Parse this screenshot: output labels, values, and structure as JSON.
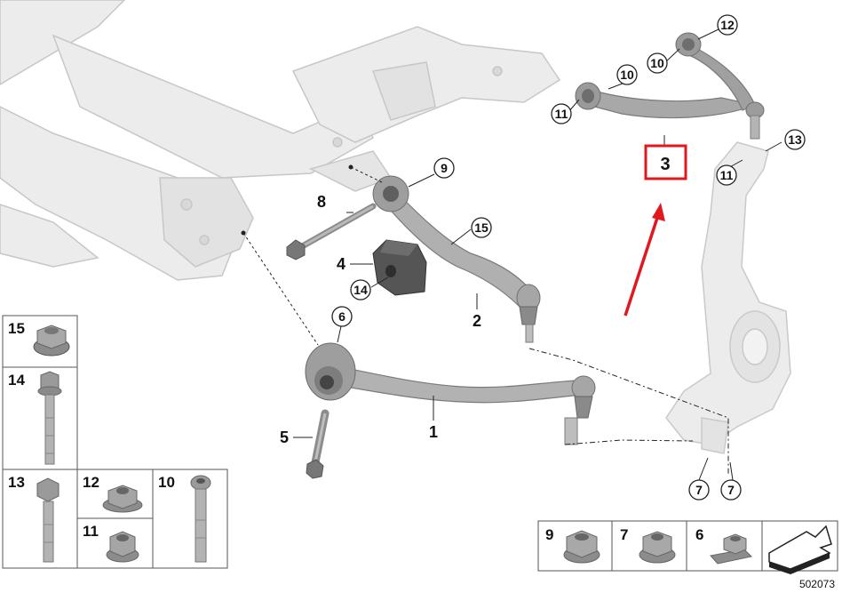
{
  "diagram": {
    "callouts": {
      "c10a": "10",
      "c10b": "10",
      "c12": "12",
      "c11a": "11",
      "c11b": "11",
      "c13": "13",
      "c9": "9",
      "c15": "15",
      "c14": "14",
      "c6": "6",
      "c7a": "7",
      "c7b": "7"
    },
    "plain_labels": {
      "l8": "8",
      "l4": "4",
      "l2": "2",
      "l5": "5",
      "l1": "1"
    },
    "highlight": {
      "label": "3",
      "color": "#e0191f"
    },
    "arrow_color": "#e0191f",
    "legend_left": {
      "cells": [
        {
          "label": "15",
          "icon": "flange-nut-icon"
        },
        {
          "label": "14",
          "icon": "flange-bolt-long-icon"
        },
        {
          "label": "13",
          "icon": "hex-bolt-icon"
        },
        {
          "label": "12",
          "icon": "self-locking-nut-icon"
        },
        {
          "label": "11",
          "icon": "hex-flange-nut-icon"
        },
        {
          "label": "10",
          "icon": "torx-bolt-icon"
        }
      ]
    },
    "legend_right": {
      "cells": [
        {
          "label": "9",
          "icon": "hex-nut-icon"
        },
        {
          "label": "7",
          "icon": "collar-nut-icon"
        },
        {
          "label": "6",
          "icon": "cage-nut-icon"
        },
        {
          "label": "",
          "icon": "direction-arrow-icon"
        }
      ]
    },
    "reference_number": "502073"
  }
}
